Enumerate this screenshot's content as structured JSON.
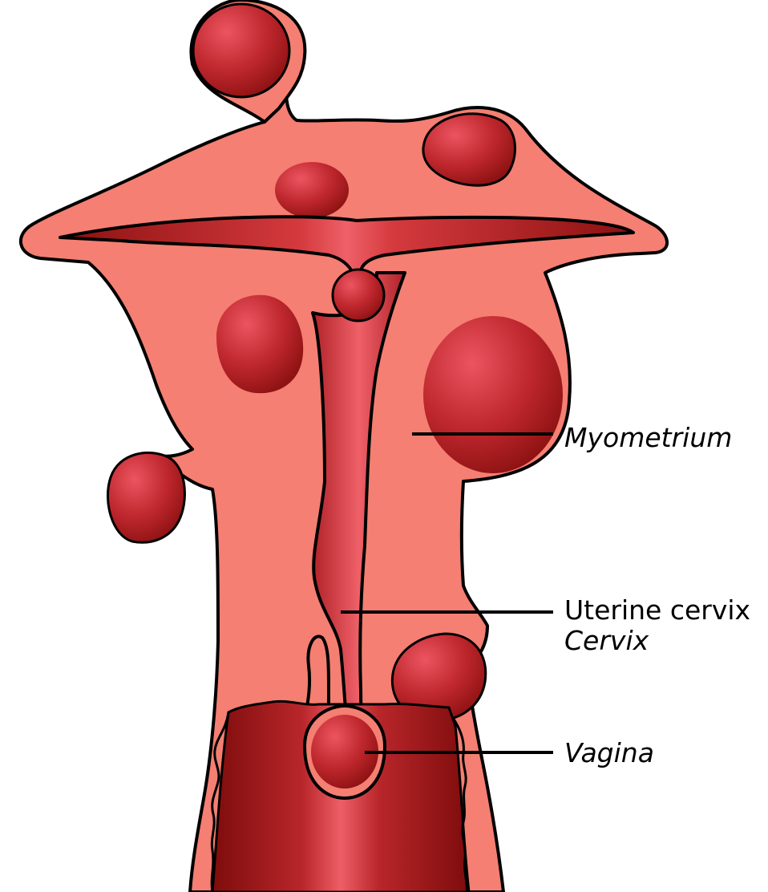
{
  "labels": {
    "myometrium": "Myometrium",
    "cervix_english": "Uterine cervix",
    "cervix_latin": "Cervix",
    "vagina": "Vagina"
  },
  "colors": {
    "tissue": "#f47f72",
    "fibroid_light": "#e94a58",
    "fibroid_mid": "#c0282f",
    "fibroid_dark": "#8e1212",
    "cavity_light": "#ef5f68",
    "cavity_dark": "#8c1010",
    "outline": "#000000"
  }
}
